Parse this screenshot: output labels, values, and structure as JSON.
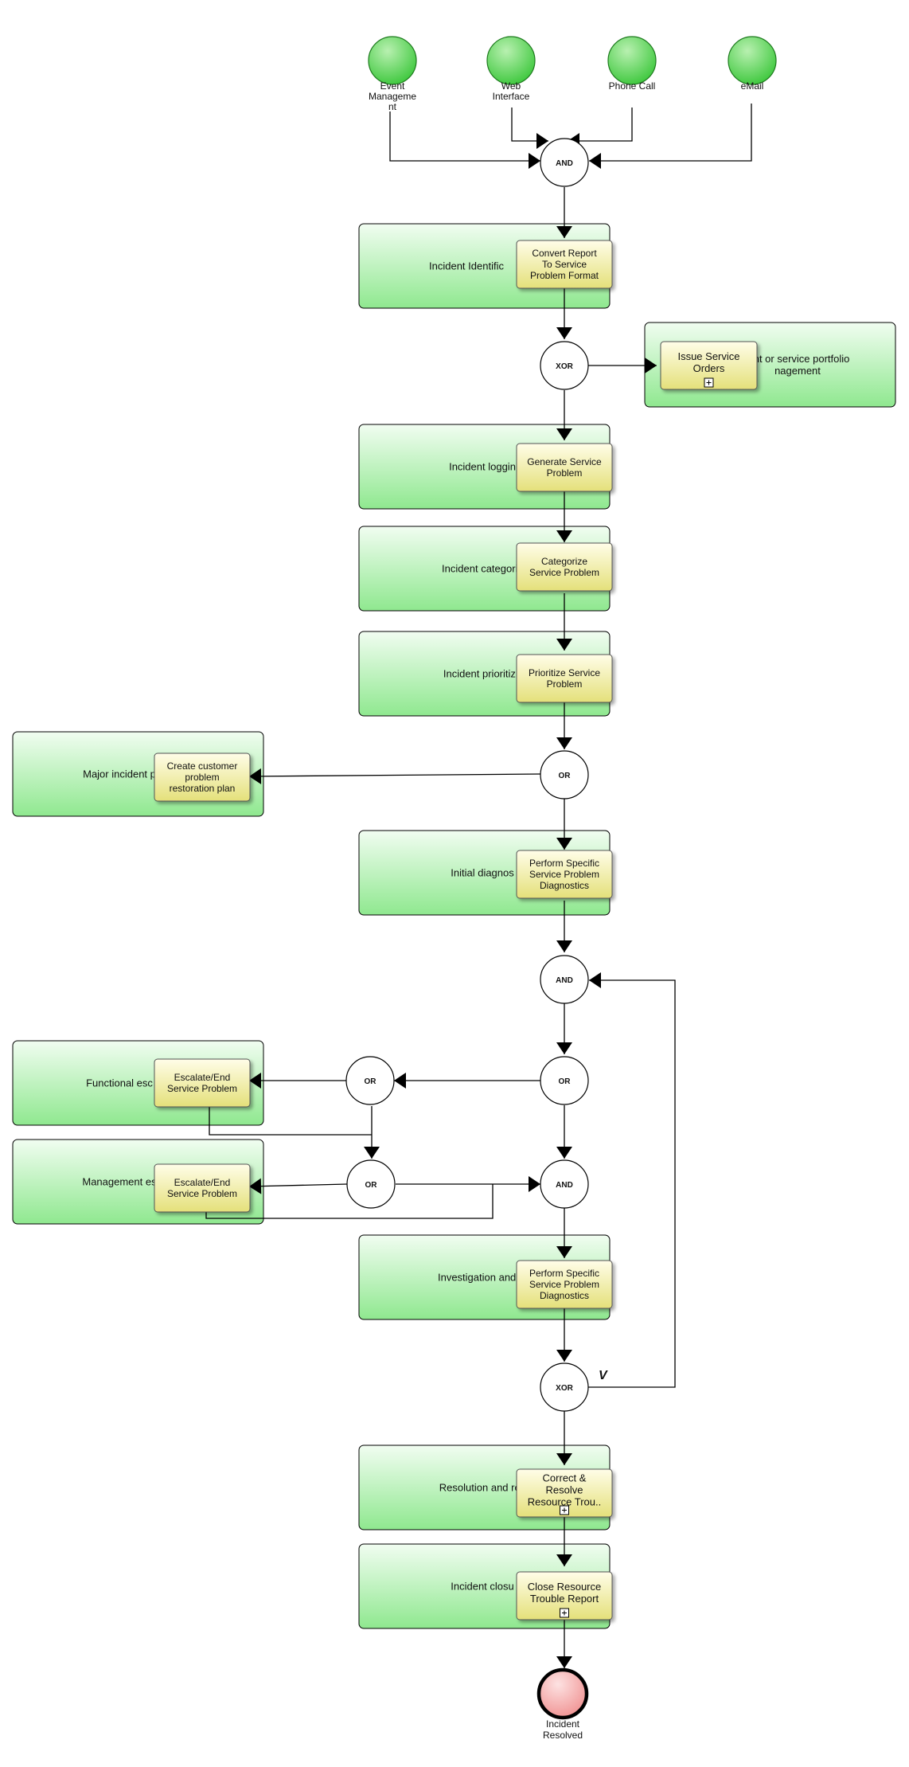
{
  "start_events": [
    {
      "label": [
        "Event",
        "Manageme",
        "nt"
      ]
    },
    {
      "label": [
        "Web",
        "Interface"
      ]
    },
    {
      "label": [
        "Phone Call"
      ]
    },
    {
      "label": [
        "eMail"
      ]
    }
  ],
  "end_event": {
    "label": [
      "Incident",
      "Resolved"
    ]
  },
  "gateways": [
    {
      "label": "AND"
    },
    {
      "label": "XOR"
    },
    {
      "label": "OR"
    },
    {
      "label": "AND"
    },
    {
      "label": "OR"
    },
    {
      "label": "OR"
    },
    {
      "label": "OR"
    },
    {
      "label": "AND"
    },
    {
      "label": "XOR"
    }
  ],
  "lanes": [
    {
      "label": "Incident Identific"
    },
    {
      "label": "ient or service portfolio\nnagement"
    },
    {
      "label": "Incident loggin"
    },
    {
      "label": "Incident categoriz"
    },
    {
      "label": "Incident prioritiza"
    },
    {
      "label": "Major incident p"
    },
    {
      "label": "Initial diagnos"
    },
    {
      "label": "Functional esc"
    },
    {
      "label": "Management es"
    },
    {
      "label": "Investigation and di"
    },
    {
      "label": "Resolution and rec"
    },
    {
      "label": "Incident closu"
    }
  ],
  "tasks": [
    {
      "label": [
        "Convert Report",
        "To Service",
        "Problem Format"
      ],
      "expandable": false
    },
    {
      "label": [
        "Issue Service",
        "Orders"
      ],
      "expandable": true
    },
    {
      "label": [
        "Generate Service",
        "Problem"
      ],
      "expandable": false
    },
    {
      "label": [
        "Categorize",
        "Service Problem"
      ],
      "expandable": false
    },
    {
      "label": [
        "Prioritize Service",
        "Problem"
      ],
      "expandable": false
    },
    {
      "label": [
        "Create customer",
        "problem",
        "restoration plan"
      ],
      "expandable": false
    },
    {
      "label": [
        "Perform Specific",
        "Service Problem",
        "Diagnostics"
      ],
      "expandable": false
    },
    {
      "label": [
        "Escalate/End",
        "Service Problem"
      ],
      "expandable": false
    },
    {
      "label": [
        "Escalate/End",
        "Service Problem"
      ],
      "expandable": false
    },
    {
      "label": [
        "Perform Specific",
        "Service Problem",
        "Diagnostics"
      ],
      "expandable": false
    },
    {
      "label": [
        "Correct &",
        "Resolve",
        "Resource Trou.."
      ],
      "expandable": true
    },
    {
      "label": [
        "Close Resource",
        "Trouble Report"
      ],
      "expandable": true
    }
  ],
  "loop_marker": "V",
  "colors": {
    "start_fill_light": "#b8f0b0",
    "start_fill_dark": "#33c433",
    "end_fill_light": "#fde2e2",
    "end_fill_dark": "#ef8b8b",
    "lane_fill_top": "#f1fdf1",
    "lane_fill_bottom": "#8fe88f",
    "task_fill_top": "#fffde8",
    "task_fill_bottom": "#e4e07a",
    "stroke": "#000000"
  }
}
